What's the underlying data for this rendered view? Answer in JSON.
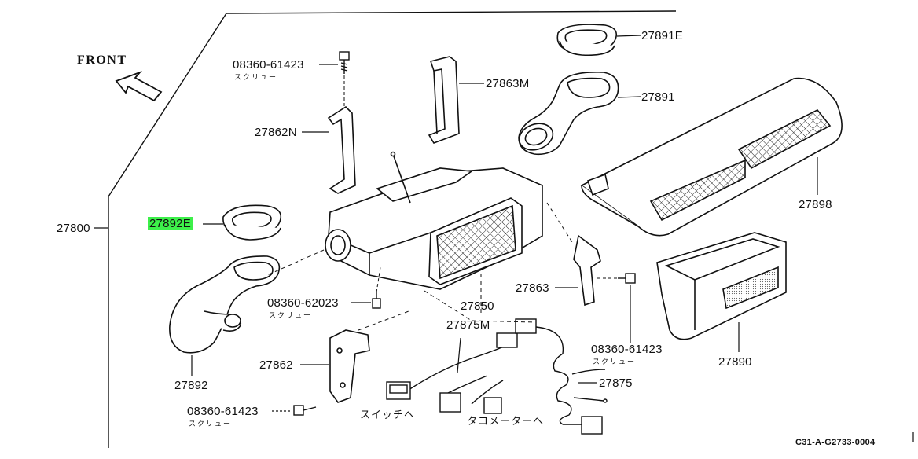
{
  "diagram": {
    "front_label": "FRONT",
    "diagram_code": "C31-A-G2733-0004",
    "parts": [
      {
        "id": "p27891E",
        "label": "27891E"
      },
      {
        "id": "p27863M",
        "label": "27863M"
      },
      {
        "id": "p27891",
        "label": "27891"
      },
      {
        "id": "p27862N",
        "label": "27862N"
      },
      {
        "id": "p27898",
        "label": "27898"
      },
      {
        "id": "p27800",
        "label": "27800"
      },
      {
        "id": "p27892E",
        "label": "27892E",
        "highlighted": true
      },
      {
        "id": "p27863",
        "label": "27863"
      },
      {
        "id": "p27850",
        "label": "27850"
      },
      {
        "id": "p27875M",
        "label": "27875M"
      },
      {
        "id": "p27862",
        "label": "27862"
      },
      {
        "id": "p27875",
        "label": "27875"
      },
      {
        "id": "p27890",
        "label": "27890"
      },
      {
        "id": "p27892",
        "label": "27892"
      }
    ],
    "screws": [
      {
        "id": "s1",
        "label": "08360-61423",
        "sub": "スクリュー"
      },
      {
        "id": "s2",
        "label": "08360-62023",
        "sub": "スクリュー"
      },
      {
        "id": "s3",
        "label": "08360-61423",
        "sub": "スクリュー"
      },
      {
        "id": "s4",
        "label": "08360-61423",
        "sub": "スクリュー"
      }
    ],
    "notes": {
      "switch": "スイッチへ",
      "tacho": "タコメーターへ"
    },
    "highlight_color": "#3df04a"
  }
}
